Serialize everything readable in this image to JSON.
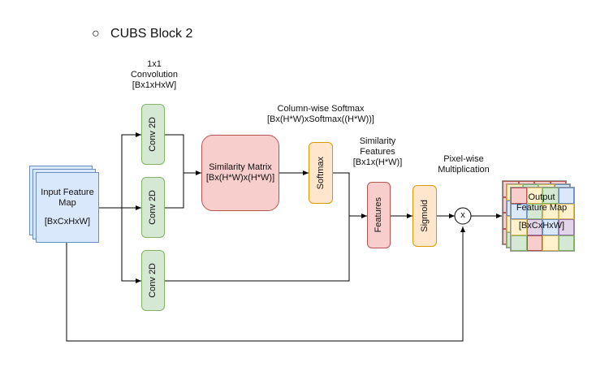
{
  "section_title": "CUBS Block 2",
  "bullet": "○",
  "input": {
    "line1": "Input Feature",
    "line2": "Map",
    "shape": "[BxCxHxW]"
  },
  "conv_header": {
    "line1": "1x1",
    "line2": "Convolution",
    "line3": "[Bx1xHxW]"
  },
  "conv_label": "Conv 2D",
  "similarity_matrix": {
    "line1": "Similarity Matrix",
    "line2": "[Bx(H*W)x(H*W)]"
  },
  "softmax_header": {
    "line1": "Column-wise Softmax",
    "line2": "[Bx(H*W)xSoftmax((H*W))]"
  },
  "softmax_label": "Softmax",
  "similarity_features_header": {
    "line1": "Similarity",
    "line2": "Features",
    "line3": "[Bx1x(H*W)]"
  },
  "features_label": "Features",
  "sigmoid_label": "Sigmoid",
  "pixelwise_header": {
    "line1": "Pixel-wise",
    "line2": "Multiplication"
  },
  "multiply_symbol": "x",
  "output": {
    "line1": "Output",
    "line2": "Feature Map",
    "shape": "[BxCxHxW]"
  },
  "colors": {
    "blue_fill": "#dae8fc",
    "blue_stroke": "#6c8ebf",
    "green_fill": "#d5e8d4",
    "green_stroke": "#82b366",
    "red_fill": "#f8cecc",
    "red_stroke": "#b85450",
    "orange_fill": "#ffe6cc",
    "orange_stroke": "#d79b00",
    "yellow_fill": "#fff2cc",
    "purple_fill": "#e1d5e7"
  }
}
